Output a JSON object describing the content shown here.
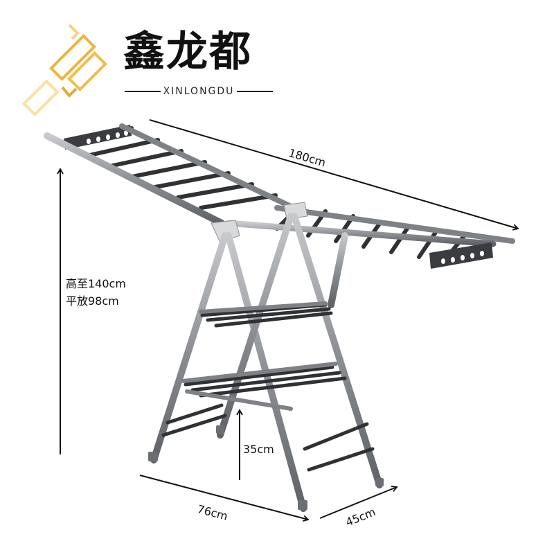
{
  "brand": {
    "name_cn": "鑫龙都",
    "name_en": "XINLONGDU",
    "logo_colors": [
      "#f5c84a",
      "#e9a92a",
      "#fbe3a0"
    ]
  },
  "product": {
    "type": "folding drying rack (wing style)",
    "frame_color": "#8c8f94",
    "rung_color": "#2f3134"
  },
  "dimensions": {
    "length": "180cm",
    "height_raised": "高至140cm",
    "height_flat": "平放98cm",
    "bottom_clearance": "35cm",
    "base_length": "76cm",
    "base_depth": "45cm"
  }
}
